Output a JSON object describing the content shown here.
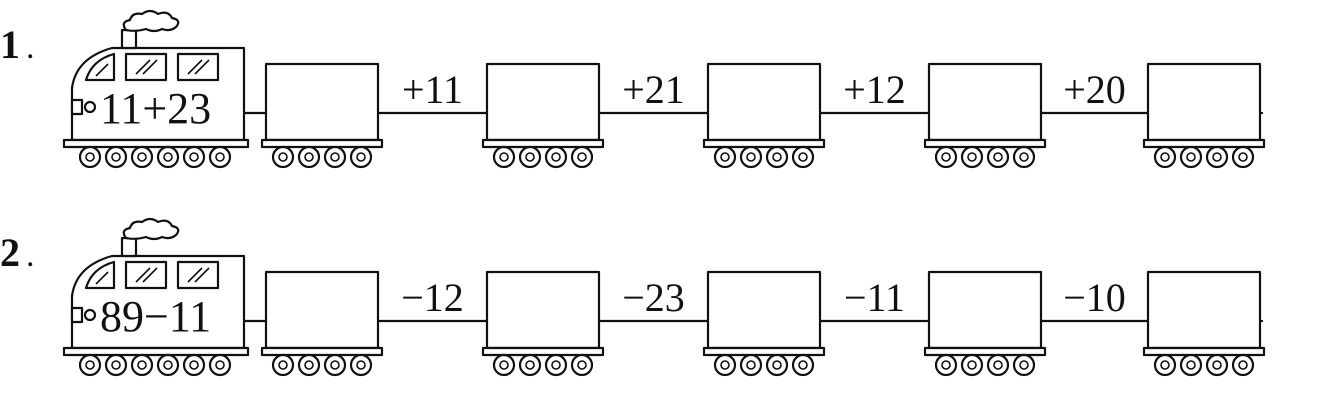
{
  "problems": [
    {
      "number": "1",
      "number_suffix": ".",
      "locomotive_expression": "11+23",
      "operations": [
        "+11",
        "+21",
        "+12",
        "+20"
      ],
      "answer_boxes": [
        "",
        "",
        "",
        "",
        ""
      ]
    },
    {
      "number": "2",
      "number_suffix": ".",
      "locomotive_expression": "89−11",
      "operations": [
        "−12",
        "−23",
        "−11",
        "−10"
      ],
      "answer_boxes": [
        "",
        "",
        "",
        "",
        ""
      ]
    }
  ]
}
